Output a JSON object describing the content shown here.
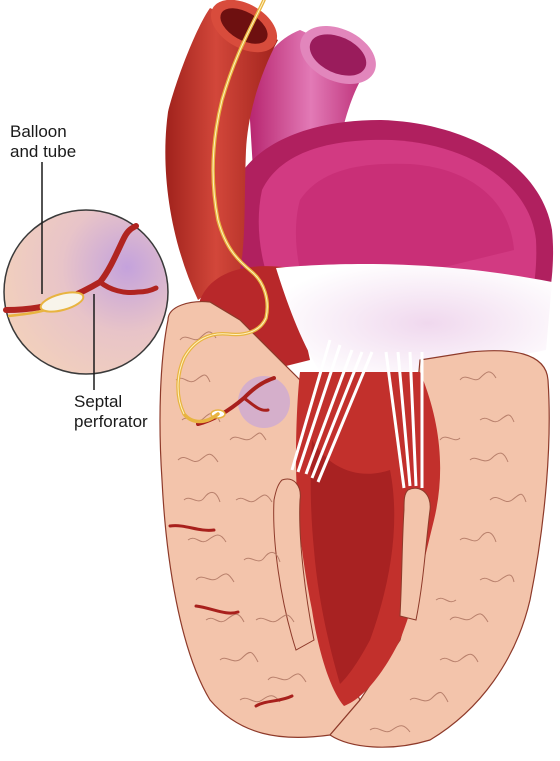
{
  "labels": {
    "balloon_line1": "Balloon",
    "balloon_line2": "and tube",
    "septal_line1": "Septal",
    "septal_line2": "perforator"
  },
  "colors": {
    "aorta": "#b02a24",
    "aorta_light": "#d84a3a",
    "pulmonary": "#c8307a",
    "pulmonary_light": "#e070b0",
    "atrium": "#b8206a",
    "atrium_inner": "#d4367e",
    "myocardium": "#f3c4ab",
    "myocardium_vein": "#c08070",
    "ventricle": "#c0302c",
    "ventricle_dark": "#9c1f1f",
    "valve": "#f4ecf2",
    "catheter": "#e8b440",
    "artery": "#a8201c",
    "inset_bg": "#eec9c2",
    "inset_tint": "#c8a6d8"
  }
}
